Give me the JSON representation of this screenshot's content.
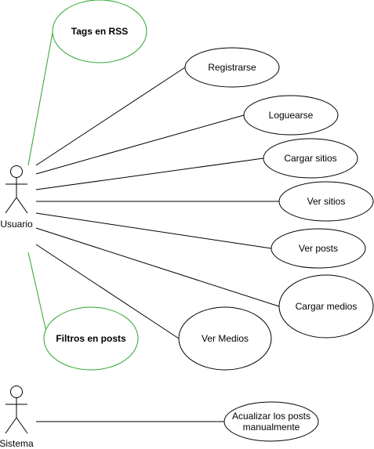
{
  "colors": {
    "stroke_default": "#000000",
    "stroke_highlight": "#2ba42b",
    "text_default": "#000000",
    "text_highlight": "#1c9a1c",
    "fill": "#ffffff"
  },
  "actors": {
    "usuario": {
      "label": "Usuario"
    },
    "sistema": {
      "label": "Sistema"
    }
  },
  "use_cases": {
    "tags_rss": {
      "label": "Tags en RSS",
      "highlight": true
    },
    "registrarse": {
      "label": "Registrarse"
    },
    "loguearse": {
      "label": "Loguearse"
    },
    "cargar_sitios": {
      "label": "Cargar sitios"
    },
    "ver_sitios": {
      "label": "Ver sitios"
    },
    "ver_posts": {
      "label": "Ver posts"
    },
    "cargar_medios": {
      "label": "Cargar medios"
    },
    "ver_medios": {
      "label": "Ver Medios"
    },
    "filtros_posts": {
      "label": "Filtros en posts",
      "highlight": true
    },
    "actualizar": {
      "line1": "Acualizar los posts",
      "line2": "manualmente"
    }
  }
}
